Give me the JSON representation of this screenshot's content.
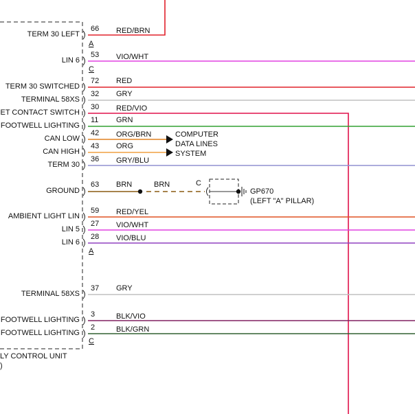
{
  "module": {
    "name_line1": "LY CONTROL UNIT",
    "name_line2": ")"
  },
  "pins": [
    {
      "label": "TERM 30 LEFT",
      "pin": "66",
      "wire": "RED/BRN",
      "color": "#e0202a"
    },
    {
      "label": "LIN 6",
      "pin": "53",
      "wire": "VIO/WHT",
      "color": "#e040e0"
    },
    {
      "label": "TERM 30 SWITCHED",
      "pin": "72",
      "wire": "RED",
      "color": "#e0202a"
    },
    {
      "label": "TERMINAL 58XS",
      "pin": "32",
      "wire": "GRY",
      "color": "#c0c0c0"
    },
    {
      "label": "ET CONTACT SWITCH",
      "pin": "30",
      "wire": "RED/VIO",
      "color": "#e0104a"
    },
    {
      "label": "FOOTWELL LIGHTING",
      "pin": "11",
      "wire": "GRN",
      "color": "#30a030"
    },
    {
      "label": "CAN LOW",
      "pin": "42",
      "wire": "ORG/BRN",
      "color": "#e08020"
    },
    {
      "label": "CAN HIGH",
      "pin": "43",
      "wire": "ORG",
      "color": "#f0a040"
    },
    {
      "label": "TERM 30",
      "pin": "36",
      "wire": "GRY/BLU",
      "color": "#9090d0"
    },
    {
      "label": "GROUND",
      "pin": "63",
      "wire": "BRN",
      "color": "#8a5a10"
    },
    {
      "label": "AMBIENT LIGHT LIN",
      "pin": "59",
      "wire": "RED/YEL",
      "color": "#e05020"
    },
    {
      "label": "LIN 5",
      "pin": "27",
      "wire": "VIO/WHT",
      "color": "#e040e0"
    },
    {
      "label": "LIN 6",
      "pin": "28",
      "wire": "VIO/BLU",
      "color": "#9040c0"
    },
    {
      "label": "TERMINAL 58XS",
      "pin": "37",
      "wire": "GRY",
      "color": "#c0c0c0"
    },
    {
      "label": "FOOTWELL LIGHTING",
      "pin": "3",
      "wire": "BLK/VIO",
      "color": "#802060"
    },
    {
      "label": "FOOTWELL LIGHTING",
      "pin": "2",
      "wire": "BLK/GRN",
      "color": "#306030"
    }
  ],
  "connectors": [
    "A",
    "C",
    "A",
    "C"
  ],
  "computer_data_lines": [
    "COMPUTER",
    "DATA LINES",
    "SYSTEM"
  ],
  "ground": {
    "wire2": "BRN",
    "conn_letter": "C",
    "point": "GP670",
    "location": "(LEFT \"A\" PILLAR)"
  }
}
